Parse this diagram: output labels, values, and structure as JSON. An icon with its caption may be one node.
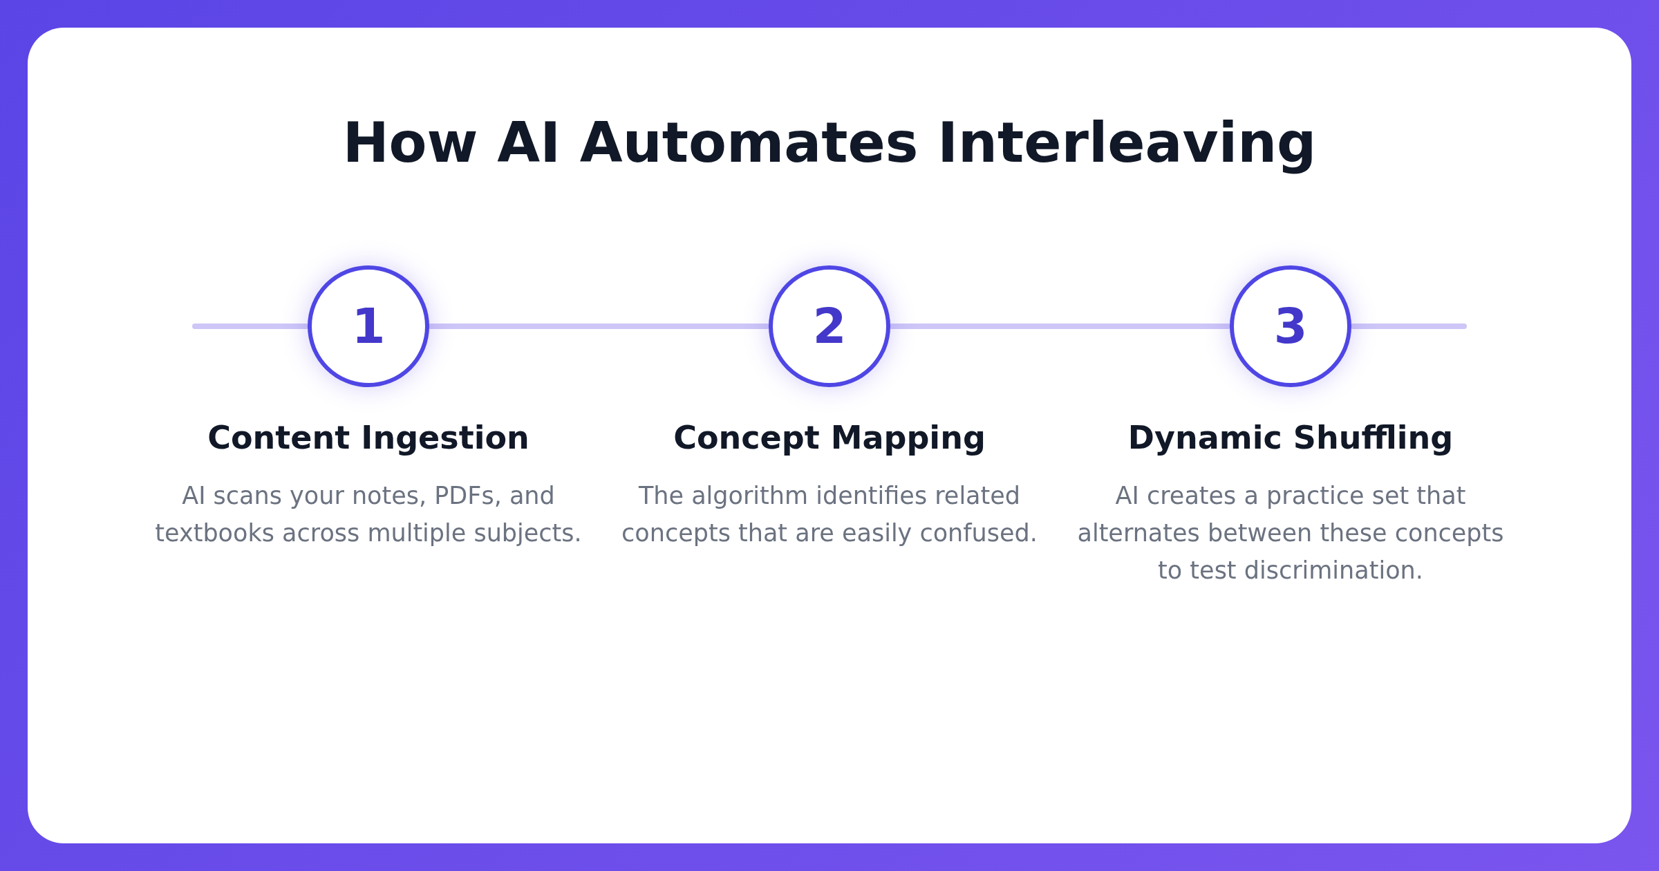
{
  "diagram": {
    "title": "How AI Automates Interleaving",
    "nodes": [
      {
        "text": [
          "1"
        ],
        "beside": [
          "Content Ingestion",
          "AI scans your notes, PDFs, and textbooks across multiple subjects."
        ]
      },
      {
        "text": [
          "2"
        ],
        "beside": [
          "Concept Mapping",
          "The algorithm identifies related concepts that are easily confused."
        ]
      },
      {
        "text": [
          "3"
        ],
        "beside": [
          "Dynamic Shuffling",
          "AI creates a practice set that alternates between these concepts to test discrimination."
        ]
      }
    ],
    "edges": [
      {
        "from": 0,
        "to": 1,
        "arrow": "none"
      },
      {
        "from": 1,
        "to": 2,
        "arrow": "none"
      }
    ]
  }
}
